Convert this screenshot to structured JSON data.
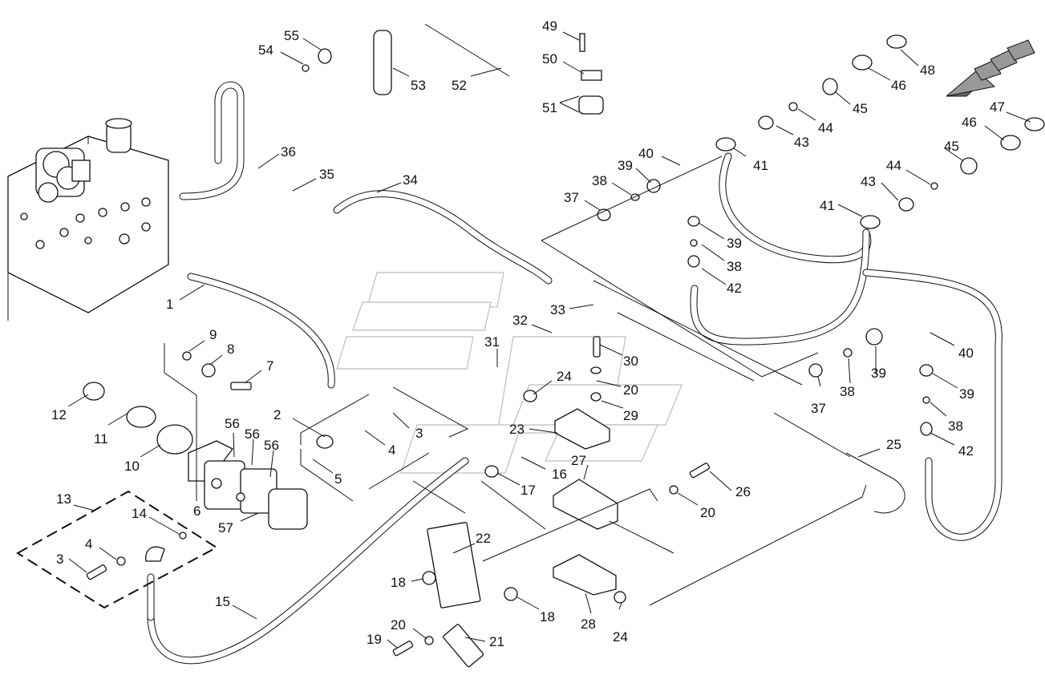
{
  "diagram": {
    "callouts": [
      "1",
      "2",
      "3",
      "3",
      "4",
      "4",
      "5",
      "6",
      "7",
      "8",
      "9",
      "10",
      "11",
      "12",
      "13",
      "14",
      "15",
      "16",
      "17",
      "18",
      "18",
      "19",
      "20",
      "20",
      "20",
      "21",
      "22",
      "23",
      "24",
      "24",
      "25",
      "26",
      "27",
      "28",
      "29",
      "30",
      "31",
      "32",
      "33",
      "34",
      "35",
      "36",
      "37",
      "37",
      "38",
      "38",
      "38",
      "38",
      "39",
      "39",
      "39",
      "39",
      "40",
      "40",
      "41",
      "41",
      "42",
      "42",
      "43",
      "43",
      "44",
      "44",
      "45",
      "45",
      "46",
      "46",
      "47",
      "48",
      "49",
      "50",
      "51",
      "52",
      "53",
      "54",
      "55",
      "56",
      "56",
      "56",
      "57"
    ]
  },
  "icons": {
    "direction_arrow": "arrow-left-triangle-icon"
  }
}
